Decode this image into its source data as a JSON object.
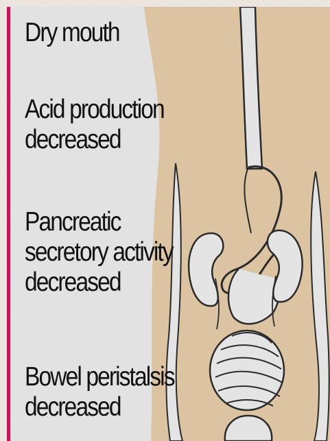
{
  "labels": [
    {
      "lines": [
        "Dry mouth"
      ]
    },
    {
      "lines": [
        "Acid production",
        "decreased"
      ]
    },
    {
      "lines": [
        "Pancreatic",
        "secretory activity",
        "decreased"
      ]
    },
    {
      "lines": [
        "Bowel peristalsis",
        "decreased"
      ]
    }
  ],
  "colors": {
    "accent_bar": "#c0185c",
    "label_panel": "#e2e2e2",
    "skin": "#dcc4a2",
    "organ_fill": "#e4e4e4",
    "outline": "#2a2a2a",
    "text": "#111111"
  }
}
